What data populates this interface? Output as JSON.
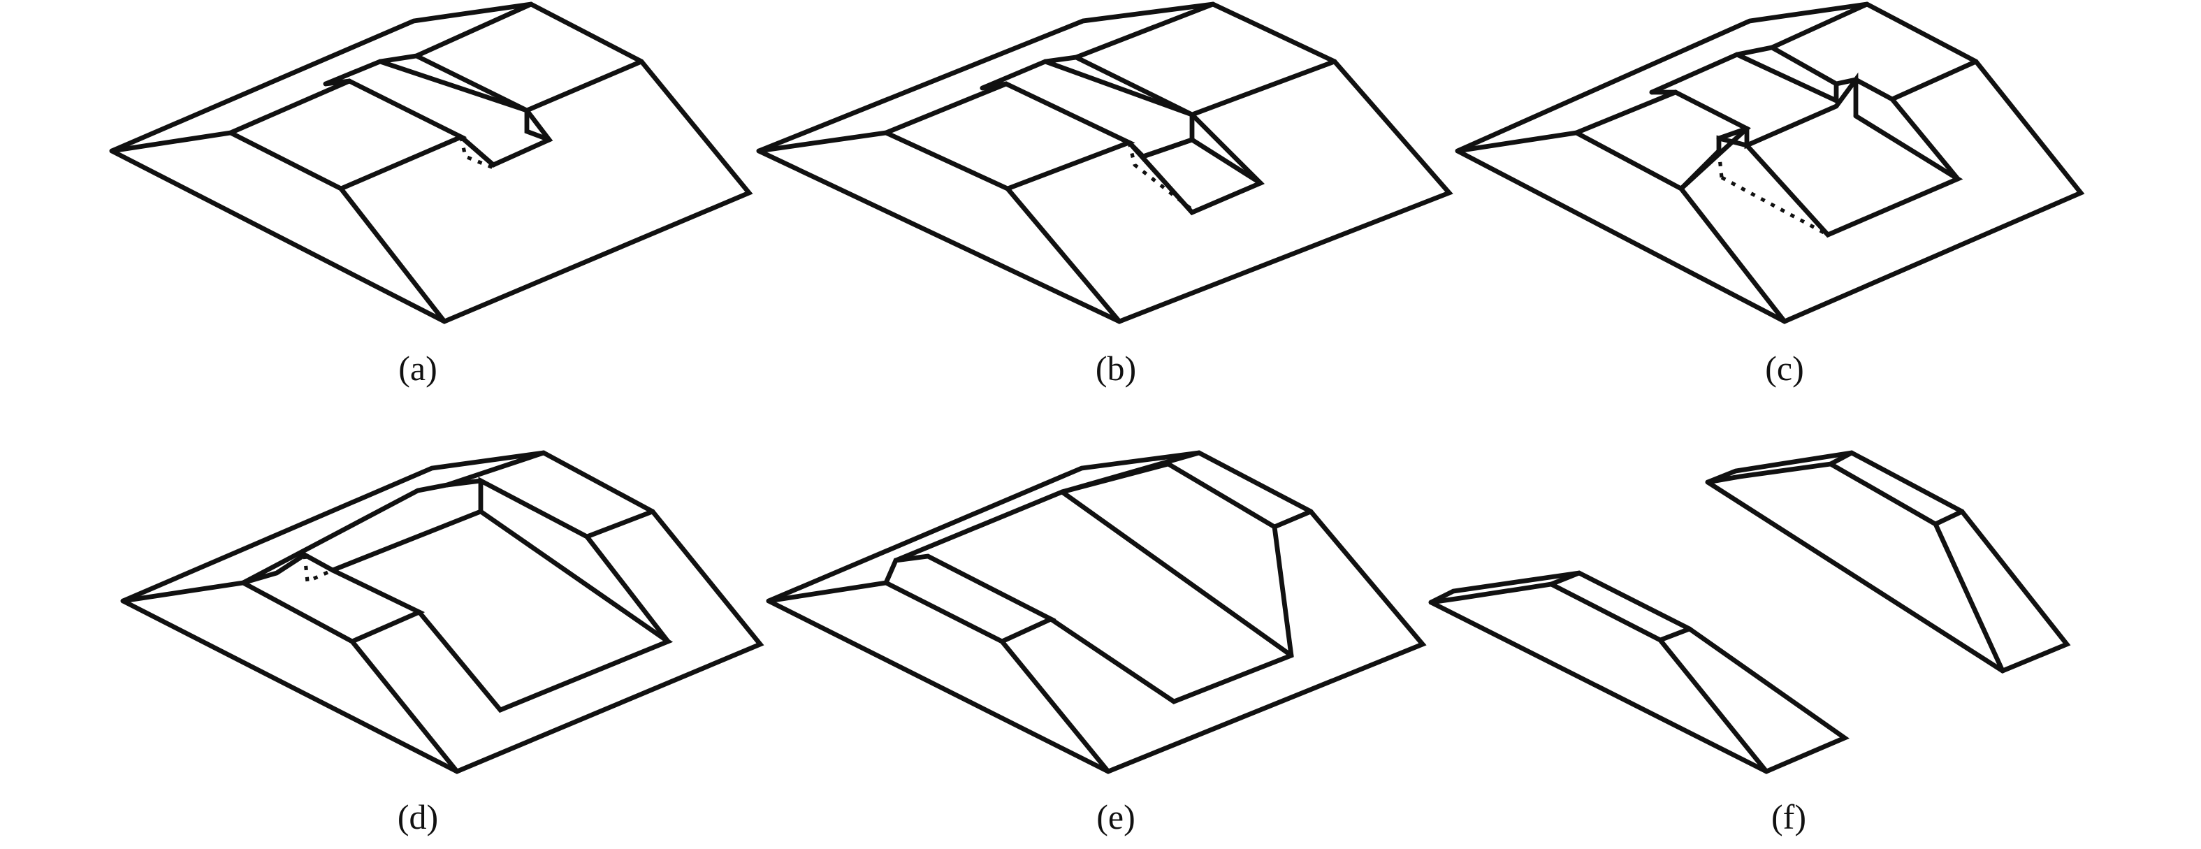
{
  "figure": {
    "panels": [
      {
        "id": "a",
        "caption": "(a)"
      },
      {
        "id": "b",
        "caption": "(b)"
      },
      {
        "id": "c",
        "caption": "(c)"
      },
      {
        "id": "d",
        "caption": "(d)"
      },
      {
        "id": "e",
        "caption": "(e)"
      },
      {
        "id": "f",
        "caption": "(f)"
      }
    ],
    "line_color": "#111111",
    "background_color": "#ffffff"
  }
}
